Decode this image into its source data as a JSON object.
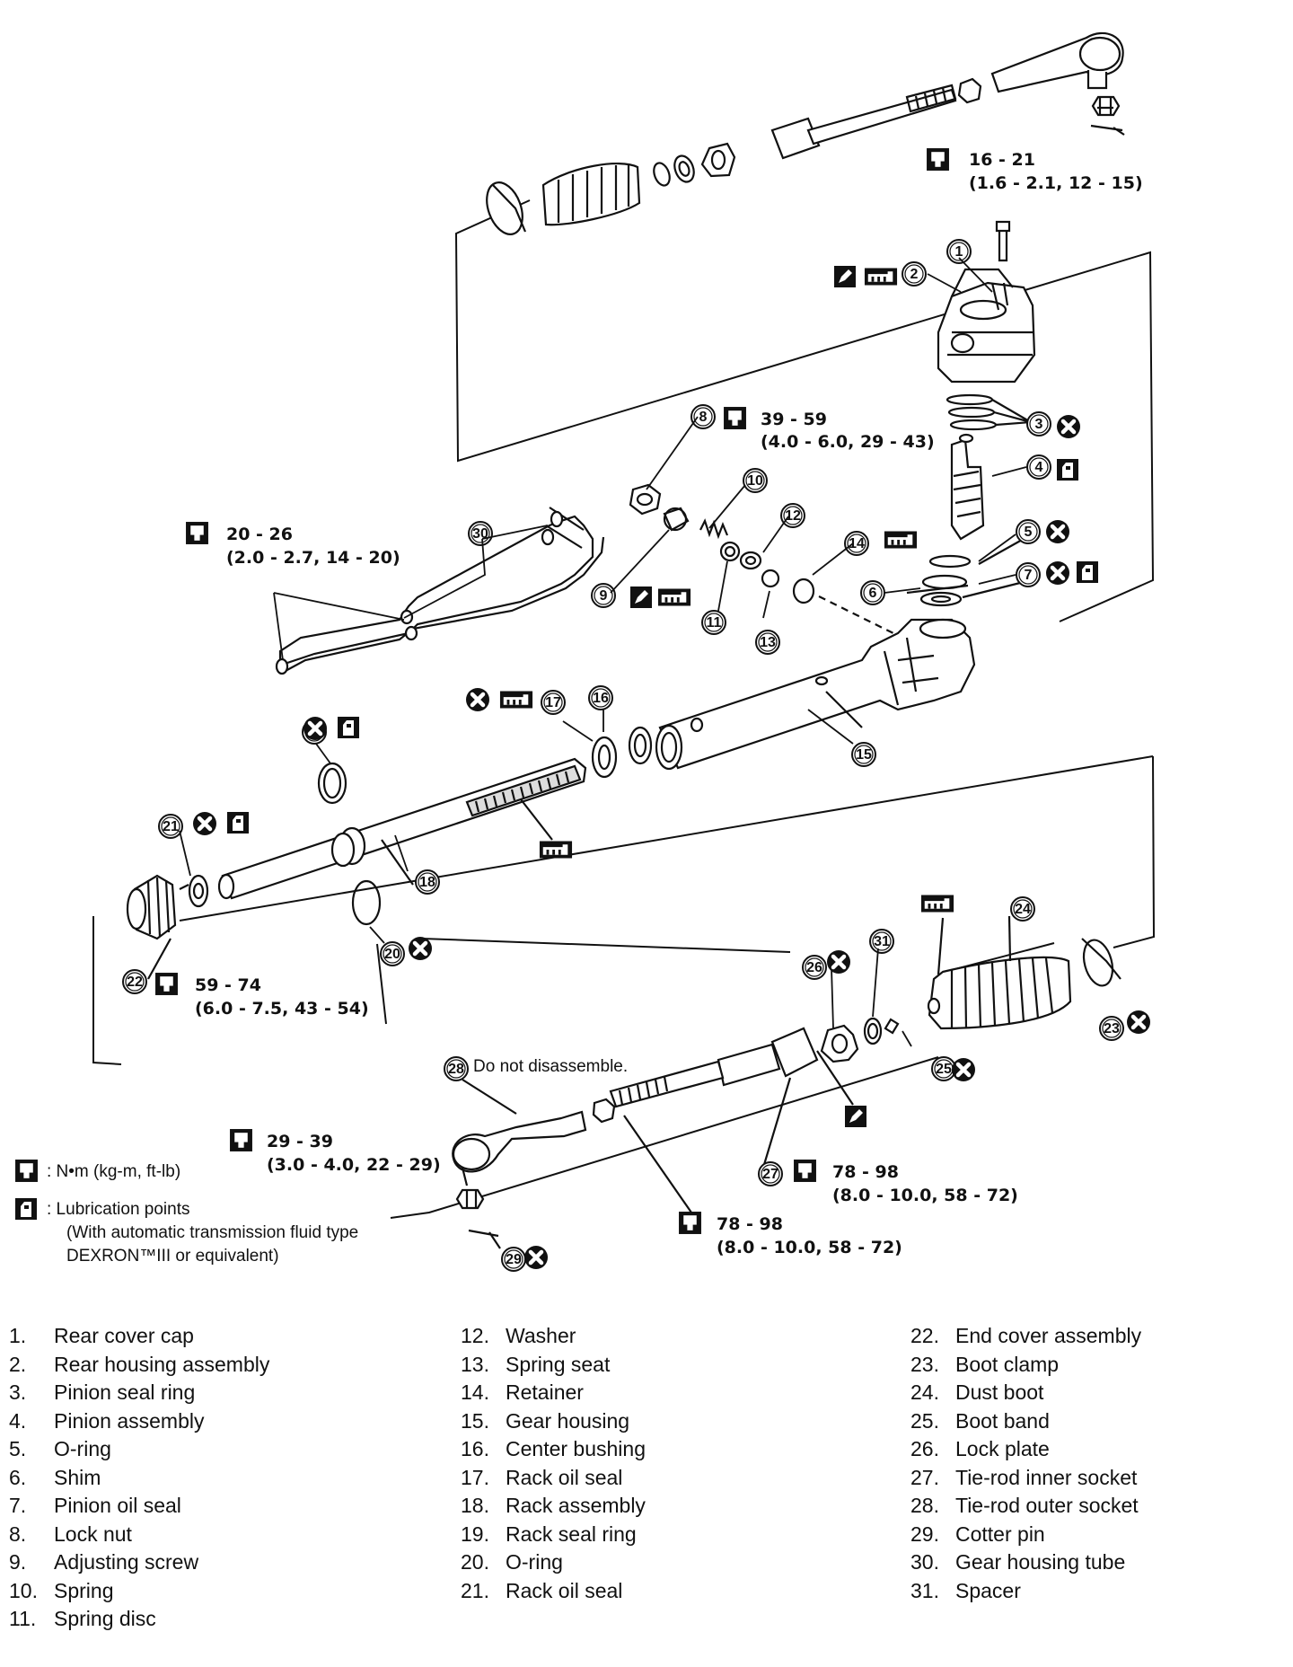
{
  "torque_specs": {
    "t1": {
      "nm": "16 - 21",
      "alt": "(1.6 - 2.1, 12 - 15)"
    },
    "t2": {
      "nm": "39 - 59",
      "alt": "(4.0 - 6.0, 29 - 43)"
    },
    "t3": {
      "nm": "20 - 26",
      "alt": "(2.0 - 2.7, 14 - 20)"
    },
    "t4": {
      "nm": "59 - 74",
      "alt": "(6.0 - 7.5, 43 - 54)"
    },
    "t5": {
      "nm": "29 - 39",
      "alt": "(3.0 - 4.0, 22 - 29)"
    },
    "t6": {
      "nm": "78 - 98",
      "alt": "(8.0 - 10.0, 58 - 72)"
    },
    "t7": {
      "nm": "78 - 98",
      "alt": "(8.0 - 10.0, 58 - 72)"
    }
  },
  "note_do_not_disassemble": "Do not disassemble.",
  "symbol_legend": {
    "torque": ": N•m (kg-m, ft-lb)",
    "lube_line1": ": Lubrication points",
    "lube_line2": "(With automatic transmission fluid type",
    "lube_line3": "DEXRON™III or equivalent)"
  },
  "icons": [
    "torque-wrench-icon",
    "lubrication-icon",
    "do-not-reuse-icon",
    "sealant-icon",
    "grease-icon"
  ],
  "parts": [
    {
      "num": "1.",
      "name": "Rear cover cap"
    },
    {
      "num": "2.",
      "name": "Rear housing assembly"
    },
    {
      "num": "3.",
      "name": "Pinion seal ring"
    },
    {
      "num": "4.",
      "name": "Pinion assembly"
    },
    {
      "num": "5.",
      "name": "O-ring"
    },
    {
      "num": "6.",
      "name": "Shim"
    },
    {
      "num": "7.",
      "name": "Pinion oil seal"
    },
    {
      "num": "8.",
      "name": "Lock nut"
    },
    {
      "num": "9.",
      "name": "Adjusting screw"
    },
    {
      "num": "10.",
      "name": "Spring"
    },
    {
      "num": "11.",
      "name": "Spring disc"
    },
    {
      "num": "12.",
      "name": "Washer"
    },
    {
      "num": "13.",
      "name": "Spring seat"
    },
    {
      "num": "14.",
      "name": "Retainer"
    },
    {
      "num": "15.",
      "name": "Gear housing"
    },
    {
      "num": "16.",
      "name": "Center bushing"
    },
    {
      "num": "17.",
      "name": "Rack oil seal"
    },
    {
      "num": "18.",
      "name": "Rack assembly"
    },
    {
      "num": "19.",
      "name": "Rack seal ring"
    },
    {
      "num": "20.",
      "name": "O-ring"
    },
    {
      "num": "21.",
      "name": "Rack oil seal"
    },
    {
      "num": "22.",
      "name": "End cover assembly"
    },
    {
      "num": "23.",
      "name": "Boot clamp"
    },
    {
      "num": "24.",
      "name": "Dust boot"
    },
    {
      "num": "25.",
      "name": "Boot band"
    },
    {
      "num": "26.",
      "name": "Lock plate"
    },
    {
      "num": "27.",
      "name": "Tie-rod inner socket"
    },
    {
      "num": "28.",
      "name": "Tie-rod outer socket"
    },
    {
      "num": "29.",
      "name": "Cotter pin"
    },
    {
      "num": "30.",
      "name": "Gear housing tube"
    },
    {
      "num": "31.",
      "name": "Spacer"
    }
  ]
}
